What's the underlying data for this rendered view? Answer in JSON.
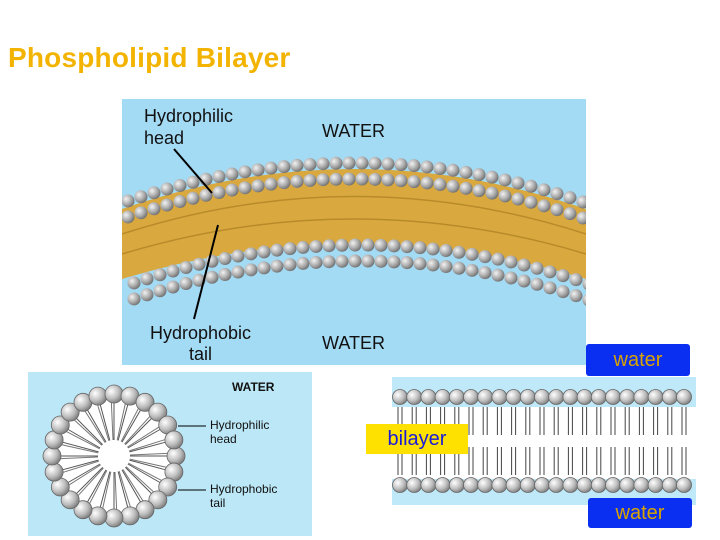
{
  "title": "Phospholipid Bilayer",
  "top_diagram": {
    "label_head": "Hydrophilic\nhead",
    "label_tail": "Hydrophobic\ntail",
    "water_top": "WATER",
    "water_bottom": "WATER"
  },
  "micelle_diagram": {
    "water": "WATER",
    "label_head": "Hydrophilic\nhead",
    "label_tail": "Hydrophobic\ntail"
  },
  "bilayer_diagram": {
    "water_top": "water",
    "bilayer": "bilayer",
    "water_bottom": "water"
  },
  "colors": {
    "title": "#f2b400",
    "water_panel": "#a3daf4",
    "tail_band": "#d9a93f",
    "head_gray": "#9a9a9a",
    "callout_blue": "#0a2ff0",
    "callout_yellow": "#ffe100"
  }
}
